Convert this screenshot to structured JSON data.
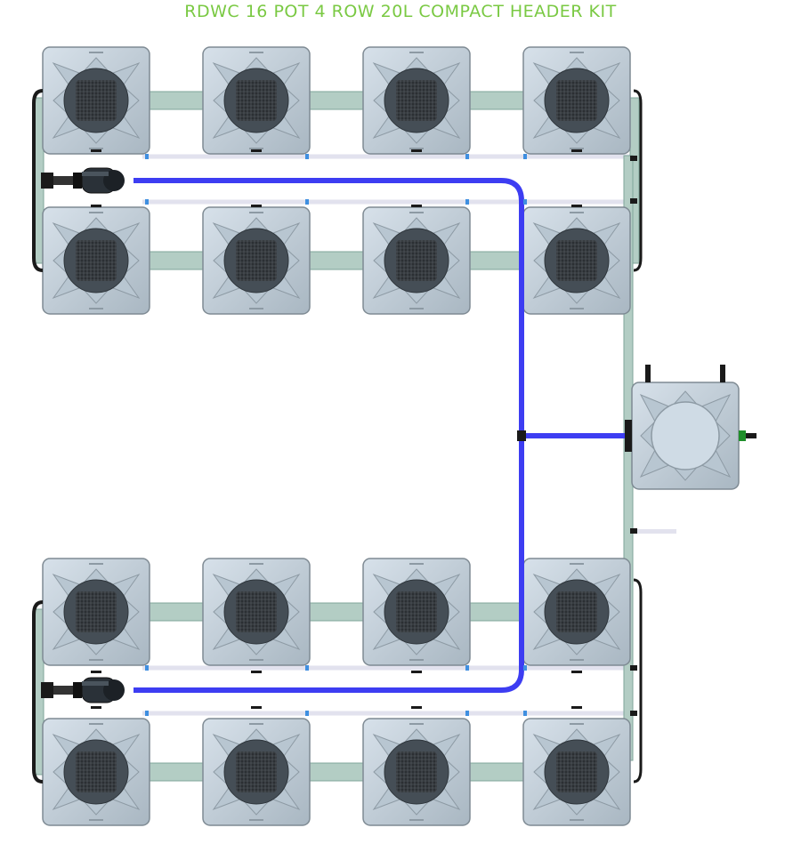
{
  "title": "RDWC 16 POT 4 ROW 20L COMPACT HEADER KIT",
  "colors": {
    "title": "#7ac943",
    "pot_body": "#c5d2dd",
    "pot_edge": "#7e8a93",
    "pot_ring": "#454e56",
    "net_basket": "#2b2f33",
    "pipe": "#b3cdc4",
    "supply_line": "#3d3df2",
    "return_line": "#e2e2ee",
    "fitting": "#1a1a1a",
    "valve": "#1f8f2a"
  },
  "icons": {
    "pump": "pump-icon",
    "valve": "valve-icon",
    "pot": "grow-pot-icon",
    "header_tank": "header-tank-icon"
  },
  "layout_summary": {
    "rows": 4,
    "pots_per_row": 4,
    "pumps": 2,
    "header_tanks": 1
  }
}
